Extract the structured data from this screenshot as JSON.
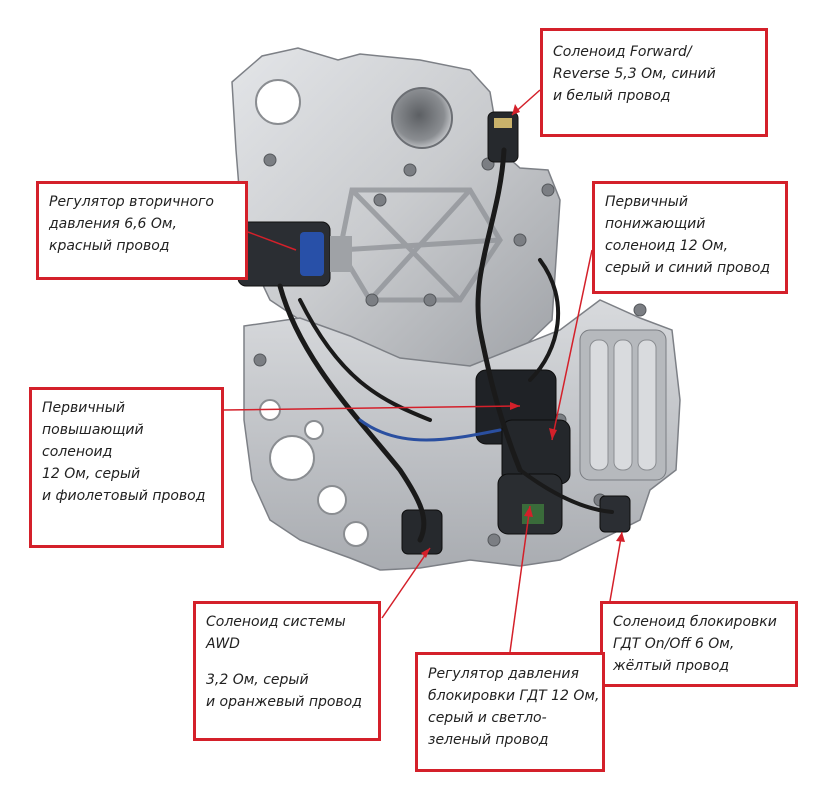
{
  "image_alt": "Гидроблок вариатора с соленоидами",
  "colors": {
    "callout_border": "#d4202a",
    "leader_line": "#d4202a",
    "casting": "#cfd1d4",
    "wire": "#1a1a1a"
  },
  "callouts": [
    {
      "id": "forward-reverse",
      "lines": [
        "Соленоид Forward/",
        "Reverse 5,3 Ом, синий",
        "и белый провод"
      ]
    },
    {
      "id": "secondary-pressure",
      "lines": [
        "Регулятор вторичного",
        "давления 6,6 Ом,",
        "красный провод"
      ]
    },
    {
      "id": "primary-down",
      "lines": [
        "Первичный",
        "понижающий",
        "соленоид 12 Ом,",
        "серый и синий провод"
      ]
    },
    {
      "id": "primary-up",
      "lines": [
        "Первичный",
        "повышающий",
        "соленоид",
        "12 Ом, серый",
        "и фиолетовый провод"
      ]
    },
    {
      "id": "awd",
      "lines": [
        "Соленоид системы",
        "AWD",
        "",
        "3,2 Ом, серый",
        "и оранжевый провод"
      ]
    },
    {
      "id": "tcc-onoff",
      "lines": [
        "Соленоид блокировки",
        "ГДТ On/Off  6 Ом,",
        "жёлтый провод"
      ]
    },
    {
      "id": "tcc-pressure",
      "lines": [
        "Регулятор давления",
        "блокировки ГДТ 12 Ом,",
        "серый и светло-",
        "зеленый провод"
      ]
    }
  ]
}
